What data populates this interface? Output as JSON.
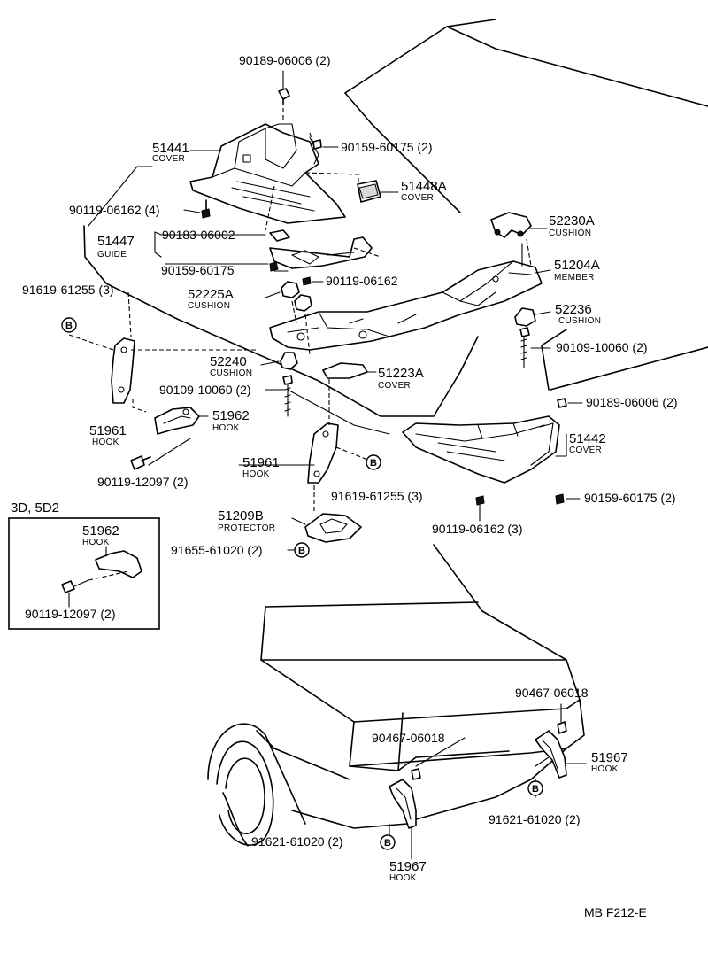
{
  "diagram_code": "MB F212-E",
  "inset_title": "3D, 5D2",
  "symbol_b": "B",
  "parts": {
    "p90189_top": "90189-06006 (2)",
    "p51441": "51441",
    "p51441_name": "COVER",
    "p90159_a": "90159-60175 (2)",
    "p51448A": "51448A",
    "p51448A_name": "COVER",
    "p90119_06162_4": "90119-06162 (4)",
    "p52230A": "52230A",
    "p52230A_name": "CUSHION",
    "p90183": "90183-06002",
    "p51447": "51447",
    "p51447_name": "GUIDE",
    "p51204A": "51204A",
    "p51204A_name": "MEMBER",
    "p90159_b": "90159-60175",
    "p90119_06162_c": "90119-06162",
    "p91619_a": "91619-61255 (3)",
    "p52225A": "52225A",
    "p52225A_name": "CUSHION",
    "p52236": "52236",
    "p52236_name": "CUSHION",
    "p90109_a": "90109-10060 (2)",
    "p52240": "52240",
    "p52240_name": "CUSHION",
    "p51223A": "51223A",
    "p51223A_name": "COVER",
    "p90109_b": "90109-10060 (2)",
    "p90189_b": "90189-06006 (2)",
    "p51961_a": "51961",
    "p51961_a_name": "HOOK",
    "p51962_a": "51962",
    "p51962_a_name": "HOOK",
    "p51442": "51442",
    "p51442_name": "COVER",
    "p51961_b": "51961",
    "p51961_b_name": "HOOK",
    "p90119_12097_a": "90119-12097 (2)",
    "p91619_b": "91619-61255 (3)",
    "p90159_c": "90159-60175 (2)",
    "p51209B": "51209B",
    "p51209B_name": "PROTECTOR",
    "p90119_06162_3": "90119-06162 (3)",
    "p91655": "91655-61020 (2)",
    "p51962_b": "51962",
    "p51962_b_name": "HOOK",
    "p90119_12097_b": "90119-12097 (2)",
    "p90467_a": "90467-06018",
    "p90467_b": "90467-06018",
    "p51967_a": "51967",
    "p51967_a_name": "HOOK",
    "p91621_a": "91621-61020 (2)",
    "p91621_b": "91621-61020 (2)",
    "p51967_b": "51967",
    "p51967_b_name": "HOOK"
  }
}
